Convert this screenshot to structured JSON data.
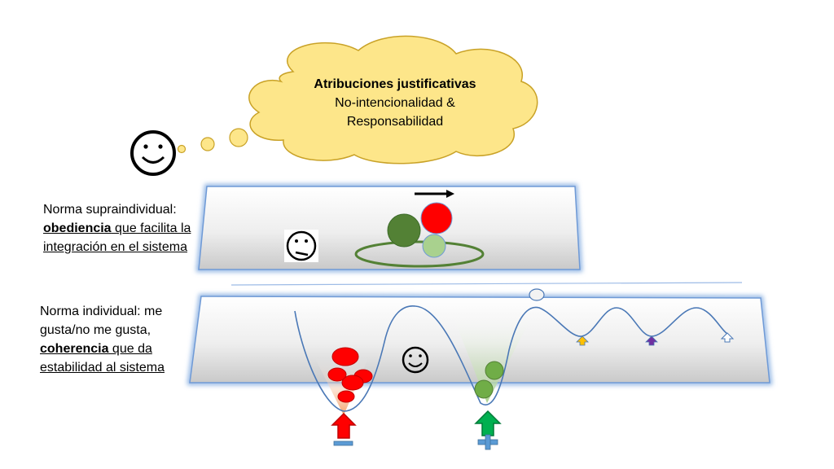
{
  "cloud": {
    "title": "Atribuciones justificativas",
    "line2": "No-intencionalidad &",
    "line3": "Responsabilidad"
  },
  "supra": {
    "line1": "Norma supraindividual:",
    "bold_word": "obediencia",
    "line2_rest": " que facilita la",
    "line3": "integración en el sistema"
  },
  "individual": {
    "line1": "Norma individual: me",
    "line2": "gusta/no me gusta,",
    "bold_word": "coherencia",
    "line3_rest": " que da",
    "line4": "estabilidad al sistema"
  },
  "symbols": {
    "minus": "−",
    "plus": "+"
  },
  "colors": {
    "cloud_fill": "#fde68a",
    "red": "#ff0000",
    "dark_green": "#538135",
    "light_green": "#a9d18e",
    "arrow_red": "#c00000",
    "arrow_green": "#00b050",
    "sign_blue": "#5b9bd5",
    "panel_glow": "#8fb4e3"
  }
}
